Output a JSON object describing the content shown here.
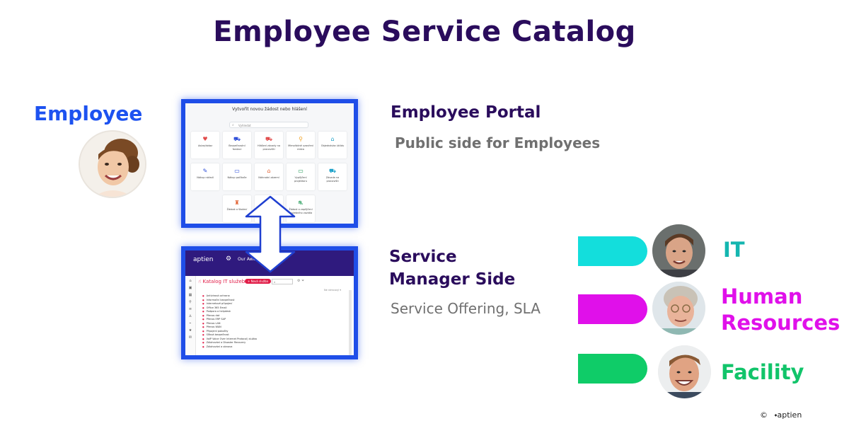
{
  "title": "Employee Service Catalog",
  "employee": {
    "label": "Employee"
  },
  "portal": {
    "heading": "Employee Portal",
    "subtitle": "Public side for Employees",
    "screen_title": "Vytvořit novou žádost nebo hlášení",
    "search_placeholder": "Vyhledat",
    "tiles": [
      {
        "icon": "♥",
        "label": "Avizo/dotaz"
      },
      {
        "icon": "⛟",
        "label": "Bezpečnostní fondaci"
      },
      {
        "icon": "⛟",
        "label": "Hlášení závady na pracovišti"
      },
      {
        "icon": "⚲",
        "label": "Mimořádné uzavření místa"
      },
      {
        "icon": "⌂",
        "label": "Objednávka úklidu"
      },
      {
        "icon": "✎",
        "label": "Nákup nářadí"
      },
      {
        "icon": "▭",
        "label": "Nákup počítače"
      },
      {
        "icon": "⌂",
        "label": "Náhradní zázemí"
      },
      {
        "icon": "▭",
        "label": "Vypůjčení projektoru"
      },
      {
        "icon": "⛟",
        "label": "Závada na pracovišti"
      },
      {
        "icon": "♜",
        "label": "Žádost o školení"
      },
      {
        "icon": "▭",
        "label": ""
      },
      {
        "icon": "⛐",
        "label": "Žádost o zapůjčení služebního vozidla"
      }
    ]
  },
  "manager": {
    "heading_line1": "Service",
    "heading_line2": "Manager Side",
    "subtitle": "Service Offering, SLA",
    "logo": "aptien",
    "org": "Our Awesom",
    "catalog_title": "Katalog IT služeb",
    "new_button": "+ Nová služba",
    "search_icon": "⌕",
    "more": "Ne rámcový ▾",
    "items": [
      "Antivirová ochrana",
      "Informační bezpečnost",
      "Internetové připojení",
      "Office 365 Email",
      "Podpora a helpdesk",
      "Přenos dat",
      "Přenos ERP SAP",
      "Přenos LAN",
      "Přenos WAN",
      "Připojení pobočky",
      "Síťová bezpečnost",
      "VoIP Voice Over Internet Protocol) služba",
      "Zálohování a Disaster Recovery",
      "Zálohování a obnova"
    ]
  },
  "teams": [
    {
      "label_lines": [
        "IT"
      ],
      "color": "#13dedc",
      "label_color": "#14b6b0"
    },
    {
      "label_lines": [
        "Human",
        "Resources"
      ],
      "color": "#e010ea",
      "label_color": "#e010ea"
    },
    {
      "label_lines": [
        "Facility"
      ],
      "color": "#0fcc68",
      "label_color": "#11c46a"
    }
  ],
  "footer": {
    "copyright": "©",
    "brand": "aptien"
  }
}
